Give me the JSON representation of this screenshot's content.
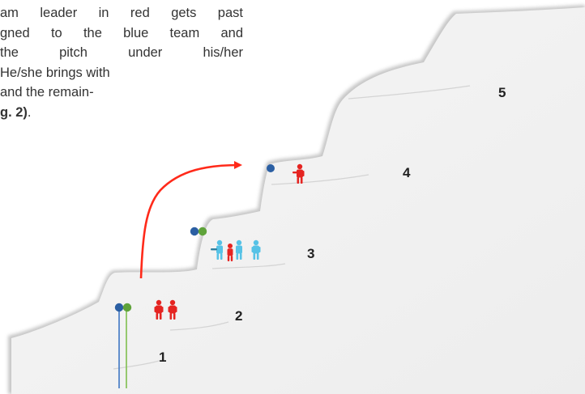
{
  "caption": {
    "line1": "am leader in red gets past",
    "line2": "gned to the blue team and",
    "line3": " the pitch under his/her",
    "line4": "He/she brings with",
    "line5": "and the remain-",
    "line6_bold": "g. 2)",
    "line6_tail": "."
  },
  "steps": [
    "1",
    "2",
    "3",
    "4",
    "5"
  ],
  "colors": {
    "arrow": "#ff2a1a",
    "red_player": "#e52421",
    "blue_player": "#56c2e6",
    "ball_blue": "#2b5fa3",
    "ball_green": "#5fa33a",
    "pole_blue": "#3f77c4",
    "pole_green": "#7fbf4f"
  }
}
